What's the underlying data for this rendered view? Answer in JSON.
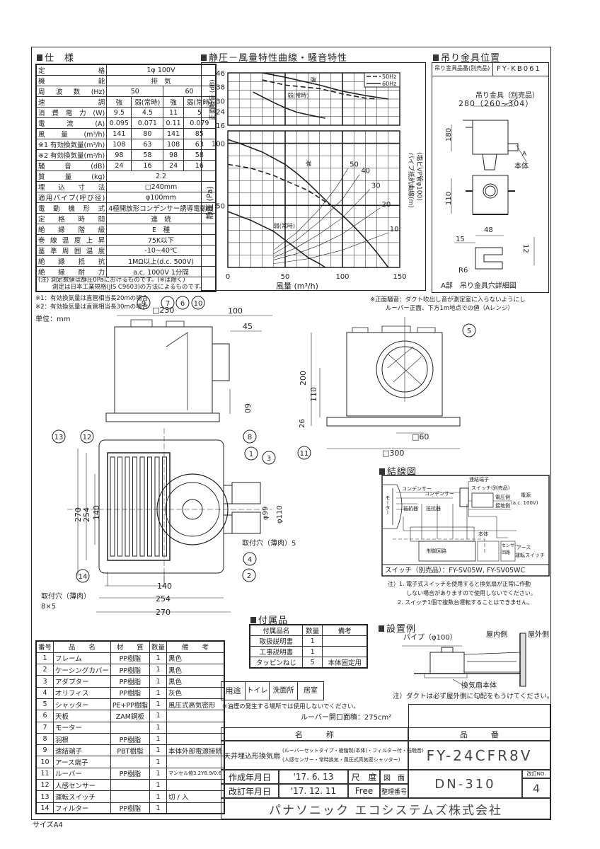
{
  "footer_size": "サイズA4",
  "spec": {
    "title": "仕　様",
    "rows": [
      {
        "label": "定格",
        "values": [
          "1φ 100V"
        ]
      },
      {
        "label": "機能",
        "values": [
          "排　気"
        ]
      },
      {
        "label": "周波数(Hz)",
        "values": [
          "50",
          "60"
        ]
      },
      {
        "label": "速調",
        "values": [
          "強",
          "弱(常時)",
          "強",
          "弱(常時)"
        ]
      },
      {
        "label": "消費電力(W)",
        "values": [
          "9.5",
          "4.5",
          "11",
          "5"
        ]
      },
      {
        "label": "電流(A)",
        "values": [
          "0.095",
          "0.071",
          "0.11",
          "0.079"
        ]
      },
      {
        "label": "風量(m³/h)",
        "values": [
          "141",
          "80",
          "141",
          "85"
        ]
      },
      {
        "label": "※1 有効換気量(m³/h)",
        "values": [
          "108",
          "63",
          "108",
          "63"
        ]
      },
      {
        "label": "※2 有効換気量(m³/h)",
        "values": [
          "98",
          "58",
          "98",
          "58"
        ]
      },
      {
        "label": "騒音(dB)",
        "values": [
          "24",
          "16",
          "24",
          "16"
        ]
      },
      {
        "label": "質量(kg)",
        "values": [
          "2.2"
        ]
      },
      {
        "label": "埋込寸法",
        "values": [
          "□240mm"
        ]
      },
      {
        "label": "適用パイプ(呼び径)",
        "values": [
          "φ100mm"
        ]
      },
      {
        "label": "電動機形式",
        "values": [
          "4極開放形コンデンサー誘導電動機"
        ]
      },
      {
        "label": "定格時間",
        "values": [
          "連　続"
        ]
      },
      {
        "label": "絶縁階級",
        "values": [
          "E　種"
        ]
      },
      {
        "label": "巻線温度上昇",
        "values": [
          "75K以下"
        ]
      },
      {
        "label": "基準周囲温度",
        "values": [
          "-10~40℃"
        ]
      },
      {
        "label": "絶縁抵抗",
        "values": [
          "1MΩ以上(d.c. 500V)"
        ]
      },
      {
        "label": "絶縁耐力",
        "values": [
          "a.c. 1000V 1分間"
        ]
      }
    ],
    "note_1": "(注) 測定数値は静圧0Paにおけるものです。(※は除く)",
    "note_2": "測定は日本工業規格(JIS C9603)の方法によるものです。",
    "footnote_1": "※1：有効換気量は直管相当長20mの場合",
    "footnote_2": "※2：有効換気量は直管相当長30mの場合",
    "unit": "単位：mm"
  },
  "chart_title": "静圧－風量特性曲線・騒音特性",
  "noise_note_1": "※正面騒音：ダクト吹出し音が測定室に入らないようにし",
  "noise_note_2": "ルーバー正面、下方1m地点での値（Aレンジ）",
  "chart_data": [
    {
      "type": "line",
      "title": "騒音特性",
      "ylabel": "正面騒音 (dB)",
      "xlim": [
        0,
        150
      ],
      "ylim": [
        16,
        46
      ],
      "yticks": [
        "46",
        "38",
        "30",
        "24",
        "16"
      ],
      "ytick_values": [
        46,
        38,
        30,
        24,
        16
      ],
      "legend": [
        "50Hz",
        "60Hz"
      ],
      "legend_position": "top-right",
      "series": [
        {
          "name": "60Hz 強",
          "style": "solid",
          "x": [
            30,
            50,
            80,
            100,
            120,
            140
          ],
          "y": [
            46,
            43.5,
            39,
            35.5,
            33,
            31
          ]
        },
        {
          "name": "50Hz 強",
          "style": "dashed",
          "x": [
            30,
            50,
            80,
            100,
            120,
            130
          ],
          "y": [
            42,
            39,
            37,
            34,
            31.5,
            31
          ]
        },
        {
          "name": "弱(常時)",
          "style": "solid",
          "x": [
            22,
            40,
            50,
            60,
            70,
            85
          ],
          "y": [
            35,
            29,
            26,
            23.5,
            22,
            20
          ]
        }
      ],
      "annotations": [
        {
          "text": "強",
          "x": 72,
          "y": 41
        },
        {
          "text": "弱(常時)",
          "x": 52,
          "y": 32
        }
      ]
    },
    {
      "type": "line",
      "title": "静圧－風量特性曲線",
      "xlabel": "風量 (m³/h)",
      "ylabel": "静圧 (Pa)",
      "right_label_1": "パイプ抵抗曲線(m)",
      "right_label_2": "(塩ビVP管φ100)",
      "xlim": [
        0,
        150
      ],
      "ylim": [
        0,
        110
      ],
      "xticks": [
        "0",
        "50",
        "100",
        "150"
      ],
      "xtick_values": [
        0,
        50,
        100,
        150
      ],
      "yticks": [
        "100",
        "50"
      ],
      "ytick_values": [
        100,
        50
      ],
      "series": [
        {
          "name": "60Hz 強",
          "style": "solid",
          "x": [
            0,
            10,
            30,
            50,
            60,
            70,
            80,
            90,
            100,
            110,
            120,
            130,
            140
          ],
          "y": [
            103,
            100,
            93,
            83,
            76,
            68,
            59,
            50,
            42,
            33,
            23,
            12,
            0
          ]
        },
        {
          "name": "50Hz 強",
          "style": "dashed",
          "x": [
            0,
            20,
            40,
            50,
            60,
            70,
            80,
            90
          ],
          "y": [
            83,
            80,
            74,
            70,
            66,
            62,
            56,
            50
          ]
        },
        {
          "name": "弱(常時)",
          "style": "solid",
          "x": [
            0,
            20,
            40,
            50,
            60,
            70,
            80,
            85
          ],
          "y": [
            45,
            38,
            29,
            22,
            15,
            8,
            3,
            0
          ]
        }
      ],
      "pipe_curves": [
        {
          "label": "50",
          "x": [
            40,
            60,
            80,
            95,
            105
          ],
          "y": [
            14,
            28,
            47,
            65,
            80
          ]
        },
        {
          "label": "40",
          "x": [
            40,
            60,
            80,
            100,
            115
          ],
          "y": [
            11,
            22,
            37,
            55,
            75
          ]
        },
        {
          "label": "30",
          "x": [
            40,
            60,
            80,
            100,
            124
          ],
          "y": [
            8,
            16,
            27,
            40,
            63
          ]
        },
        {
          "label": "20",
          "x": [
            40,
            60,
            80,
            100,
            133
          ],
          "y": [
            6,
            11,
            18,
            27,
            48
          ]
        },
        {
          "label": "10",
          "x": [
            40,
            70,
            100,
            140
          ],
          "y": [
            3,
            7,
            14,
            28
          ]
        }
      ],
      "annotations": [
        {
          "text": "強",
          "x": 68,
          "y": 82
        },
        {
          "text": "弱(常時)",
          "x": 40,
          "y": 32
        }
      ]
    }
  ],
  "hanger": {
    "title": "吊り金具位置",
    "part_label": "吊り金具品番(別売品)",
    "part_number": "FY-KB061",
    "bracket_label": "吊り金具（別売品）",
    "dim_width": "280（260~304）",
    "dim_180": "180",
    "mark_a": "A",
    "body_label": "本体",
    "dim_110": "110",
    "dim_48": "48",
    "dim_15": "15",
    "dim_12": "12",
    "dim_r6": "R6",
    "detail_caption": "A部　吊り金具穴詳細図"
  },
  "side_view": {
    "dim_230": "□230",
    "dim_100": "100",
    "dim_45": "45",
    "dim_60": "60"
  },
  "front_view": {
    "dim_200": "200",
    "dim_110": "110",
    "dim_26": "26",
    "dim_60sq": "□60",
    "dim_300sq": "□300"
  },
  "bottom_view": {
    "dim_270_v": "270",
    "dim_254_v": "254",
    "dim_140_v": "140",
    "dim_140_h": "140",
    "dim_254_h": "254",
    "dim_270_h": "270",
    "dim_phi99": "φ99",
    "dim_phi110": "φ110",
    "mount_hole_side": "取付穴（薄肉）5",
    "mount_hole_bottom_1": "取付穴（薄肉）",
    "mount_hole_bottom_2": "8×5"
  },
  "balloons": {
    "b1": "1",
    "b2": "2",
    "b3": "3",
    "b4": "4",
    "b5": "5",
    "b6": "6",
    "b7": "7",
    "b8": "8",
    "b9": "9",
    "b10": "10",
    "b11": "11",
    "b12": "12",
    "b13": "13",
    "b14": "14"
  },
  "wiring": {
    "title": "結線図",
    "terminal": "連結端子",
    "capacitor_1": "コンデンサー",
    "capacitor_2": "コンデンサー",
    "resistor_1": "抵抗器",
    "resistor_2": "抵抗器",
    "motor": "モーター",
    "switch": "スイッチ(別売品)",
    "voltage_side": "電圧側",
    "ground_side": "接地側",
    "power": "電源",
    "power_spec": "(a.c. 100V)",
    "body": "本体",
    "earth": "アース",
    "run_switch": "運転スイッチ",
    "sensor_1": "センサー",
    "sensor_2": "回路",
    "control": "制御回路",
    "switch_models": "スイッチ（別売品）：FY-SV05W, FY-SV05WC",
    "note_1": "注）1. 電子式スイッチを使用すると換気扇が正常に作動",
    "note_1b": "しない場合がありますので使用しないでください。",
    "note_2": "2. スイッチ1個で複数台運転することはできません。"
  },
  "accessories": {
    "title": "付属品",
    "headers": [
      "付属品名",
      "数量",
      "備考"
    ],
    "rows": [
      [
        "取扱説明書",
        "1",
        ""
      ],
      [
        "工事説明書",
        "1",
        ""
      ],
      [
        "タッピンねじ",
        "5",
        "本体固定用"
      ]
    ]
  },
  "install": {
    "title": "設置例",
    "pipe": "パイプ（φ100）",
    "indoor": "屋内側",
    "outdoor": "屋外側",
    "unit": "換気扇本体",
    "note": "注）ダクトは必ず屋外側に勾配をもうけてください。"
  },
  "parts": {
    "headers": [
      "番号",
      "品　　名",
      "材　　質",
      "数量",
      "備　　考"
    ],
    "rows": [
      [
        "1",
        "フレーム",
        "PP樹脂",
        "1",
        "黒色"
      ],
      [
        "2",
        "ケーシングカバー",
        "PP樹脂",
        "1",
        "黒色"
      ],
      [
        "3",
        "アダプター",
        "PP樹脂",
        "1",
        "黒色"
      ],
      [
        "4",
        "オリフィス",
        "PP樹脂",
        "1",
        "灰色"
      ],
      [
        "5",
        "シャッター",
        "PE+PP樹脂",
        "1",
        "風圧式高気密形"
      ],
      [
        "6",
        "天板",
        "ZAM鋼板",
        "1",
        ""
      ],
      [
        "7",
        "モーター",
        "",
        "1",
        ""
      ],
      [
        "8",
        "羽根",
        "PP樹脂",
        "1",
        ""
      ],
      [
        "9",
        "速結端子",
        "PBT樹脂",
        "1",
        "本体外部電源接続"
      ],
      [
        "10",
        "アース端子",
        "",
        "1",
        ""
      ],
      [
        "11",
        "ルーバー",
        "PP樹脂",
        "1",
        "マンセル値3.2Y8.9/0.6"
      ],
      [
        "12",
        "人感センサー",
        "",
        "1",
        ""
      ],
      [
        "13",
        "運転スイッチ",
        "",
        "1",
        "切 / 入"
      ],
      [
        "14",
        "フィルター",
        "PP樹脂",
        "1",
        ""
      ]
    ]
  },
  "usage": {
    "label": "用途",
    "items": [
      "トイレ",
      "洗面所",
      "居室"
    ]
  },
  "oil_note": "※油煙の発生する場所では使用しないでください。",
  "louver_area": "ルーバー開口面積：275cm²",
  "title_block": {
    "name_header": "名　　　称",
    "number_header": "品　　　番",
    "product_name": "天井埋込形換気扇",
    "product_desc_1": "(ルーバーセットタイプ・樹脂製(本体)・フィルター付・低騒音)",
    "product_desc_2": "(人感センサー・常時換気・風圧式高気密シャッター)",
    "product_number": "FY-24CFR8V",
    "created_label": "作成年月日",
    "created_date": "'17. 6. 13",
    "revised_label": "改訂年月日",
    "revised_date": "'17. 12. 11",
    "scale_label": "尺　度",
    "scale_value": "Free",
    "drawing_label_1": "図　面",
    "drawing_label_2": "整理番号",
    "drawing_number": "DN-310",
    "revision_label": "改訂NO.",
    "revision_number": "4",
    "company": "パナソニック エコシステムズ株式会社"
  }
}
